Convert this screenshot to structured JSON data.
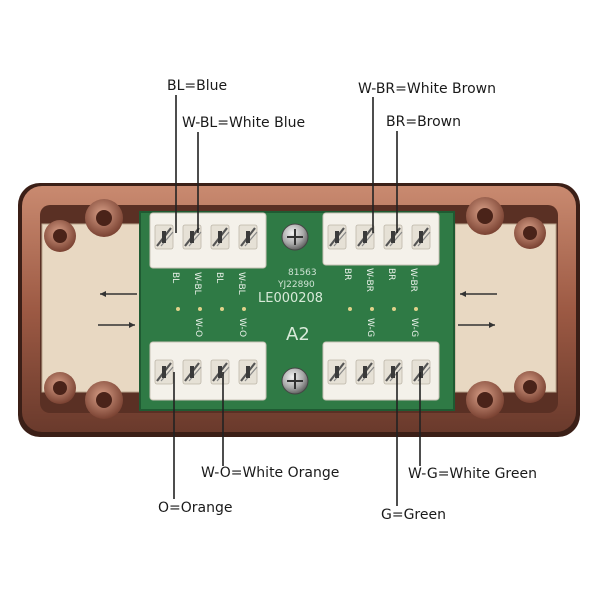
{
  "labels": {
    "bl": "BL=Blue",
    "wbl": "W-BL=White Blue",
    "wbr": "W-BR=White Brown",
    "br": "BR=Brown",
    "wo": "W-O=White Orange",
    "o": "O=Orange",
    "wg": "W-G=White Green",
    "g": "G=Green"
  },
  "board": {
    "code1": "81563",
    "code2": "YJ22890",
    "code3": "LE000208",
    "model": "A2"
  },
  "pin_labels": {
    "top_left": [
      "BL",
      "W-BL",
      "BL",
      "W-BL"
    ],
    "top_right": [
      "BR",
      "W-BR",
      "BR",
      "W-BR"
    ],
    "bottom_left": [
      "W-O",
      "W-O"
    ],
    "bottom_right": [
      "W-G",
      "W-G"
    ]
  },
  "colors": {
    "housing": "#b06a52",
    "pcb": "#2f7a45",
    "terminal": "#f4f1ea",
    "plate": "#e9d9c4"
  }
}
